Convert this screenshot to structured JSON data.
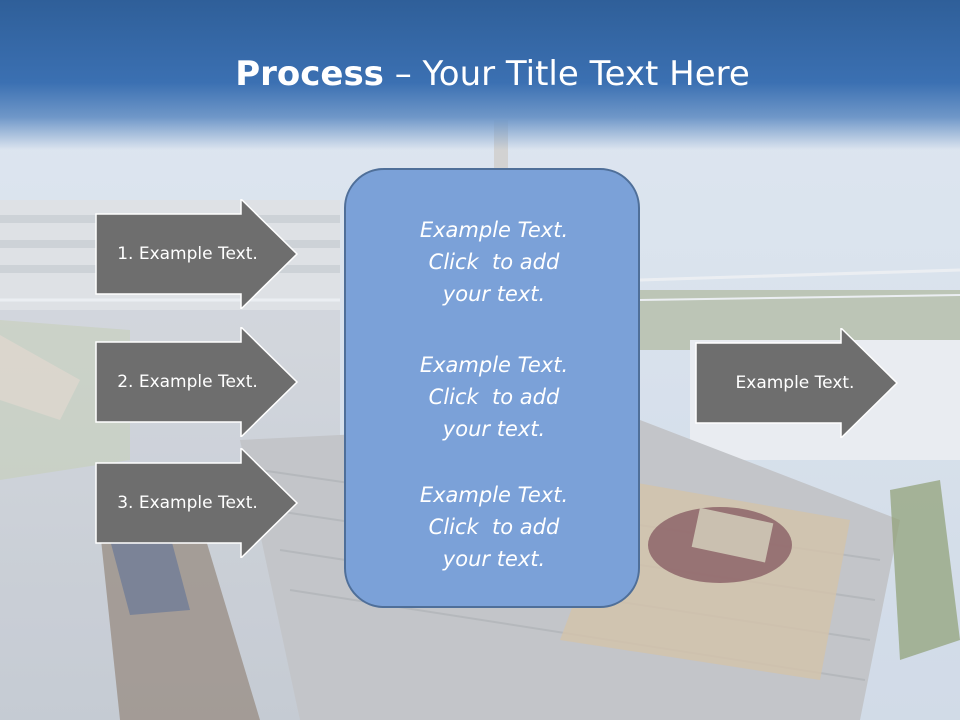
{
  "title": {
    "strong": "Process",
    "rest": " – Your Title Text Here"
  },
  "left_steps": [
    {
      "label": "1. Example Text."
    },
    {
      "label": "2. Example Text."
    },
    {
      "label": "3. Example Text."
    }
  ],
  "center_blocks": [
    {
      "line1": "Example Text.",
      "line2": "Click  to add",
      "line3": "your text."
    },
    {
      "line1": "Example Text.",
      "line2": "Click  to add",
      "line3": "your text."
    },
    {
      "line1": "Example Text.",
      "line2": "Click  to add",
      "line3": "your text."
    }
  ],
  "right_step": {
    "label": "Example Text."
  },
  "colors": {
    "header_blue": "#3b70b2",
    "arrow_fill": "#6e6e6e",
    "center_box_fill": "#7ba1d8"
  }
}
